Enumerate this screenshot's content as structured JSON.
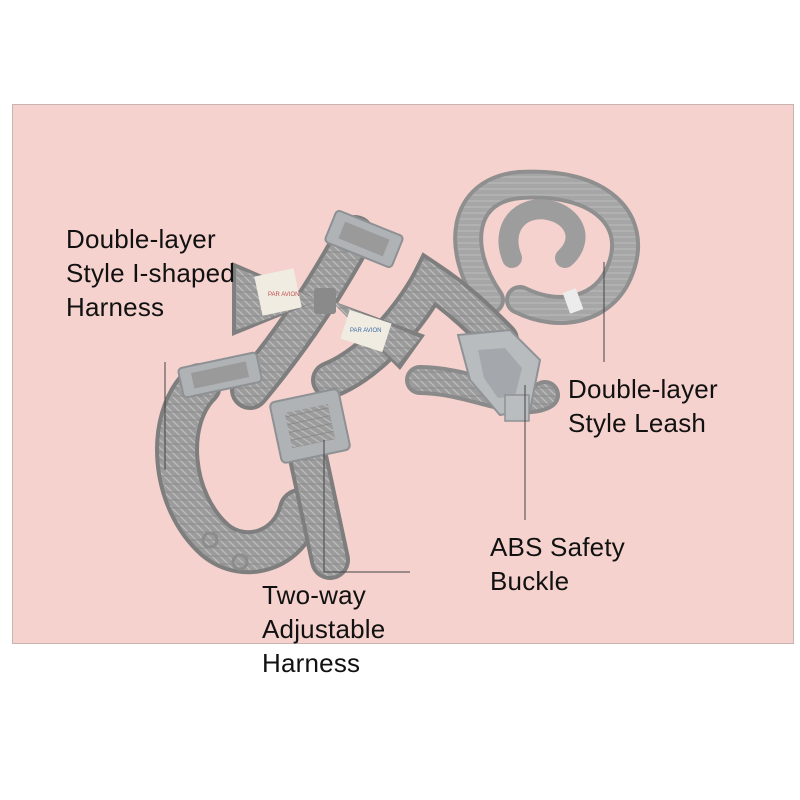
{
  "callouts": [
    {
      "id": "harness",
      "lines": [
        "Double-layer",
        "Style I-shaped",
        "Harness"
      ]
    },
    {
      "id": "leash",
      "lines": [
        "Double-layer",
        "Style Leash"
      ]
    },
    {
      "id": "buckle",
      "lines": [
        "ABS Safety",
        "Buckle"
      ]
    },
    {
      "id": "adjustable",
      "lines": [
        "Two-way",
        "Adjustable",
        "Harness"
      ]
    }
  ],
  "bow_tie": {
    "stamp_text": "PAR AVION"
  },
  "colors": {
    "background": "#f5d2cd",
    "fabric": "#9a9a9a",
    "fabric_light": "#c8c8c8",
    "buckle": "#b5b8bb",
    "leader_line": "#444444"
  }
}
